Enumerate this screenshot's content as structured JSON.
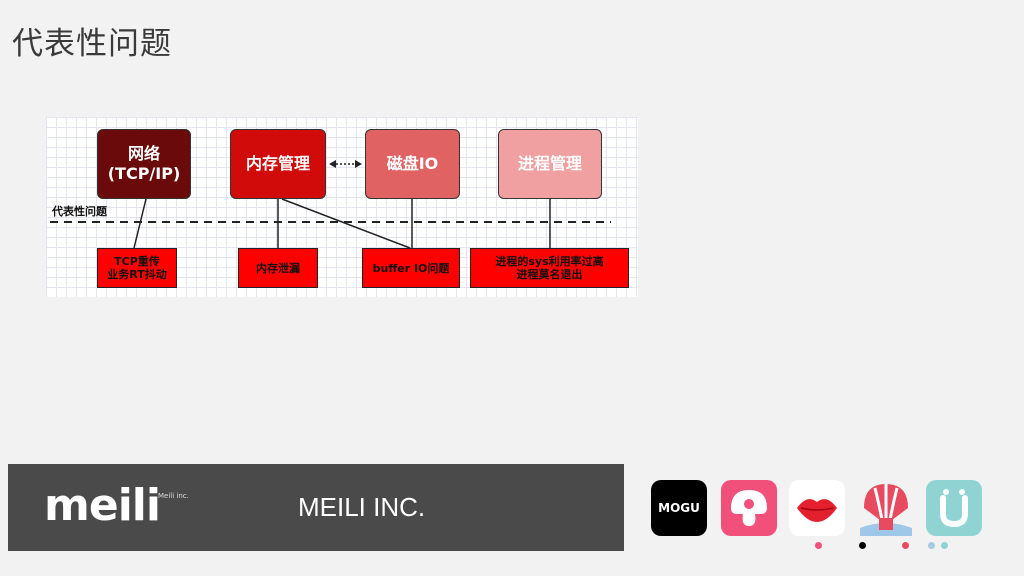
{
  "slide": {
    "title": "代表性问题"
  },
  "diagram": {
    "nodes": {
      "network_line1": "网络",
      "network_line2": "(TCP/IP)",
      "memory": "内存管理",
      "disk": "磁盘IO",
      "process": "进程管理"
    },
    "problem_label": "代表性问题",
    "issues": {
      "tcp_line1": "TCP重传",
      "tcp_line2": "业务RT抖动",
      "memory_leak": "内存泄漏",
      "buffer_io": "buffer IO问题",
      "sys_line1": "进程的sys利用率过高",
      "sys_line2": "进程莫名退出"
    }
  },
  "footer": {
    "logo": "meili",
    "logo_sub": "Meili inc.",
    "company": "MEILI INC."
  },
  "apps": [
    {
      "name": "mogu-app-icon",
      "label": "MOGU",
      "color": "#000000"
    },
    {
      "name": "mushroom-app-icon",
      "color": "#f0507a"
    },
    {
      "name": "lips-app-icon",
      "color": "#e5202e"
    },
    {
      "name": "balloon-app-icon",
      "color": "#e84a5f"
    },
    {
      "name": "u-app-icon",
      "color": "#8fd3d3"
    }
  ],
  "colors": {
    "network": "#6b0a0a",
    "memory": "#d10a0a",
    "disk": "#e06262",
    "process": "#f0a0a0",
    "issue": "#ff0000",
    "footer": "#4a4a4a"
  }
}
